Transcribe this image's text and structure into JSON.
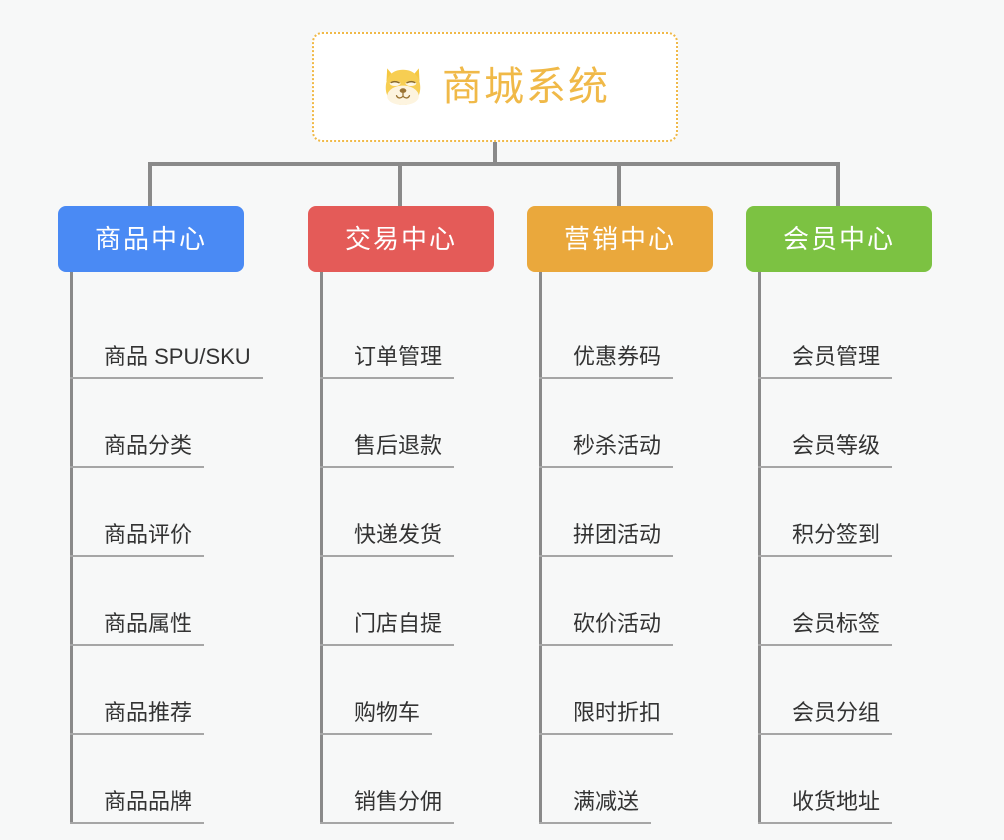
{
  "diagram": {
    "type": "mindmap-tree",
    "background_color": "#f7f8f8",
    "connector_color": "#8a8a8a",
    "underline_color": "#a6a6a6",
    "leaf_text_color": "#333333"
  },
  "root": {
    "title": "商城系统",
    "icon": "shiba-dog-face-emoji",
    "text_color": "#f0b948",
    "border_color": "#f0b948",
    "background_color": "#ffffff"
  },
  "categories": [
    {
      "label": "商品中心",
      "color": "#4a8af4",
      "items": [
        "商品 SPU/SKU",
        "商品分类",
        "商品评价",
        "商品属性",
        "商品推荐",
        "商品品牌"
      ]
    },
    {
      "label": "交易中心",
      "color": "#e45b58",
      "items": [
        "订单管理",
        "售后退款",
        "快递发货",
        "门店自提",
        "购物车",
        "销售分佣"
      ]
    },
    {
      "label": "营销中心",
      "color": "#eaa83c",
      "items": [
        "优惠券码",
        "秒杀活动",
        "拼团活动",
        "砍价活动",
        "限时折扣",
        "满减送"
      ]
    },
    {
      "label": "会员中心",
      "color": "#7cc242",
      "items": [
        "会员管理",
        "会员等级",
        "积分签到",
        "会员标签",
        "会员分组",
        "收货地址"
      ]
    }
  ]
}
